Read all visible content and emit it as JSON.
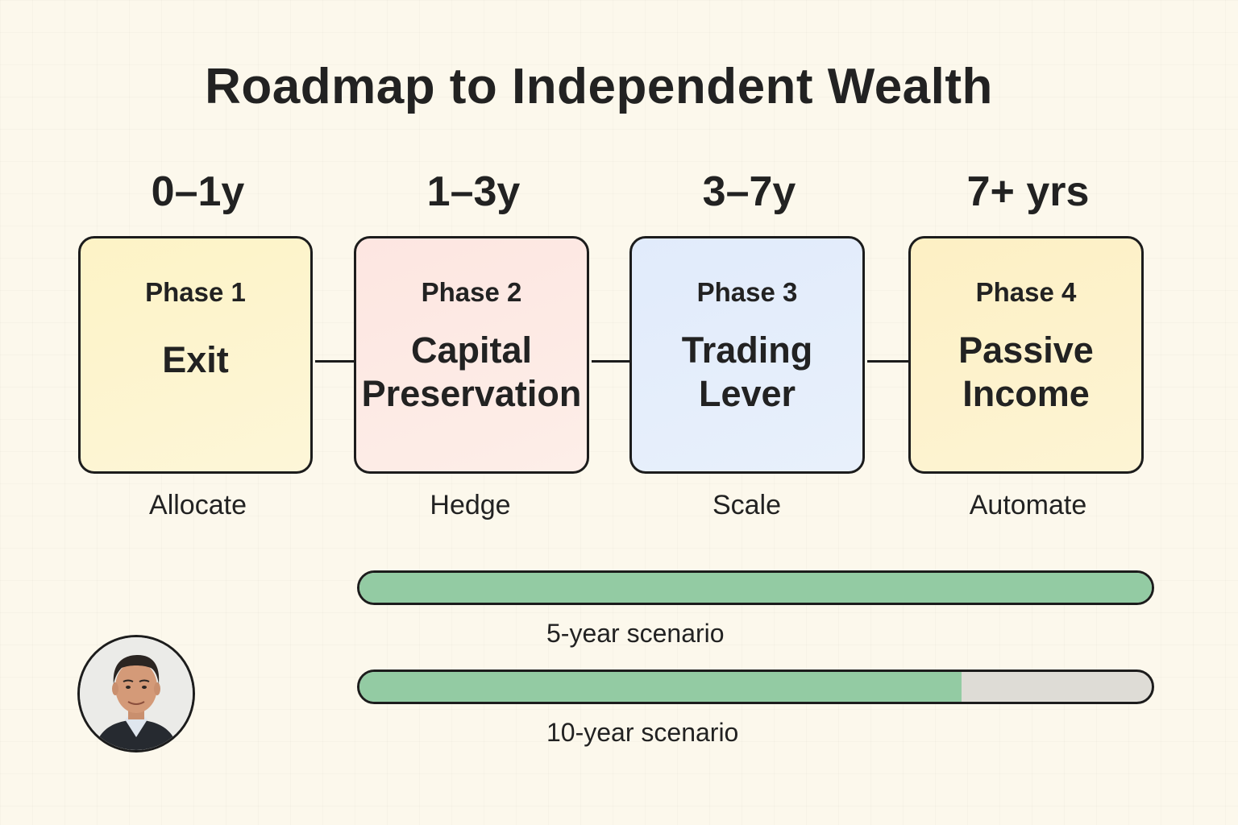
{
  "title": "Roadmap to Independent Wealth",
  "colors": {
    "background": "#fcf8ec",
    "phase1": "#fdf4cc",
    "phase2": "#fde9e4",
    "phase3": "#e4edfb",
    "phase4": "#fdf0c8",
    "progress_fill": "#93cba3",
    "progress_track": "#dedcd6",
    "border": "#1c1c1c"
  },
  "phases": [
    {
      "time": "0–1y",
      "number": "Phase 1",
      "name_line1": "Exit",
      "name_line2": "",
      "action": "Allocate"
    },
    {
      "time": "1–3y",
      "number": "Phase 2",
      "name_line1": "Capital",
      "name_line2": "Preservation",
      "action": "Hedge"
    },
    {
      "time": "3–7y",
      "number": "Phase 3",
      "name_line1": "Trading",
      "name_line2": "Lever",
      "action": "Scale"
    },
    {
      "time": "7+ yrs",
      "number": "Phase 4",
      "name_line1": "Passive",
      "name_line2": "Income",
      "action": "Automate"
    }
  ],
  "scenarios": [
    {
      "label": "5-year scenario",
      "progress_percent": 100
    },
    {
      "label": "10-year scenario",
      "progress_percent": 76
    }
  ],
  "avatar": {
    "icon": "person-portrait"
  }
}
